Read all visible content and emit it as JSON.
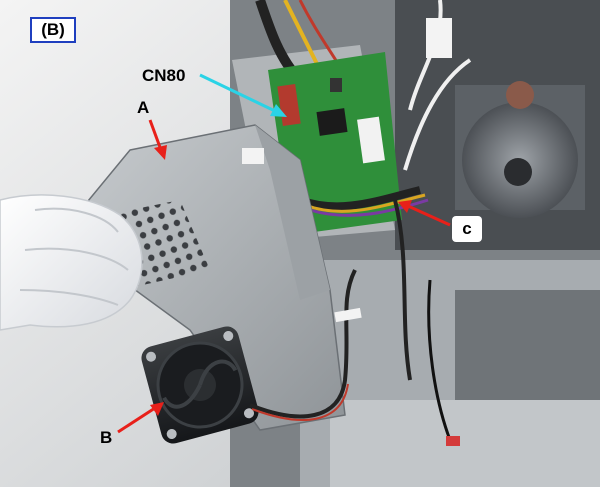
{
  "panel_label": "(B)",
  "callouts": {
    "connector": "CN80",
    "part_a": "A",
    "part_b": "B",
    "part_c": "c"
  },
  "colors": {
    "arrow_red": "#e8201a",
    "arrow_cyan": "#2ad3e6",
    "frame_blue": "#1f3fbf",
    "pcb_green": "#2f8f3a"
  }
}
